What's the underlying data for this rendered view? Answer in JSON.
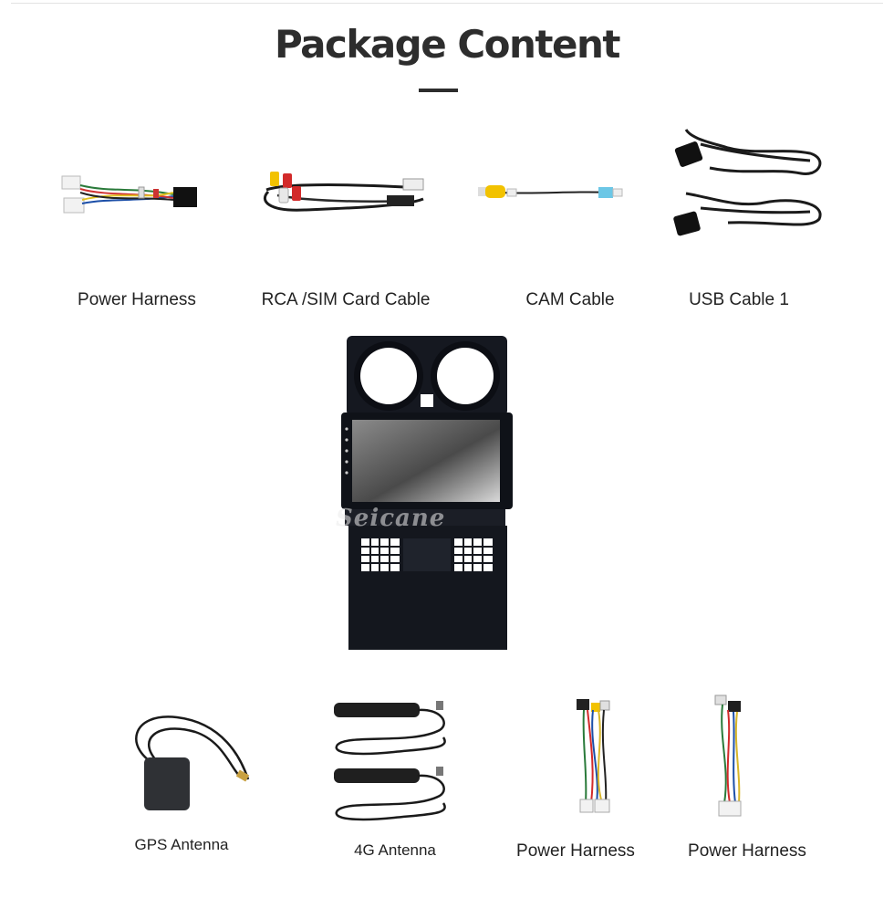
{
  "page": {
    "title": "Package Content"
  },
  "items": [
    {
      "label": "Power Harness",
      "icon": "wire-harness-icon"
    },
    {
      "label": "RCA /SIM Card Cable",
      "icon": "rca-cable-icon"
    },
    {
      "label": "CAM Cable",
      "icon": "camera-cable-icon"
    },
    {
      "label": "USB Cable 1",
      "icon": "usb-cable-icon"
    },
    {
      "label": "GPS Antenna",
      "icon": "gps-antenna-icon"
    },
    {
      "label": "4G Antenna",
      "icon": "antenna-icon"
    },
    {
      "label": "Power Harness",
      "icon": "wire-harness-icon"
    },
    {
      "label": "Power Harness",
      "icon": "wire-harness-icon"
    }
  ],
  "main_unit": {
    "watermark": "Seicane",
    "icon": "head-unit-icon"
  },
  "colors": {
    "title": "#2d2d2d",
    "frame": "#151820",
    "rca_yellow": "#f2c200",
    "rca_red": "#d22a2a"
  }
}
